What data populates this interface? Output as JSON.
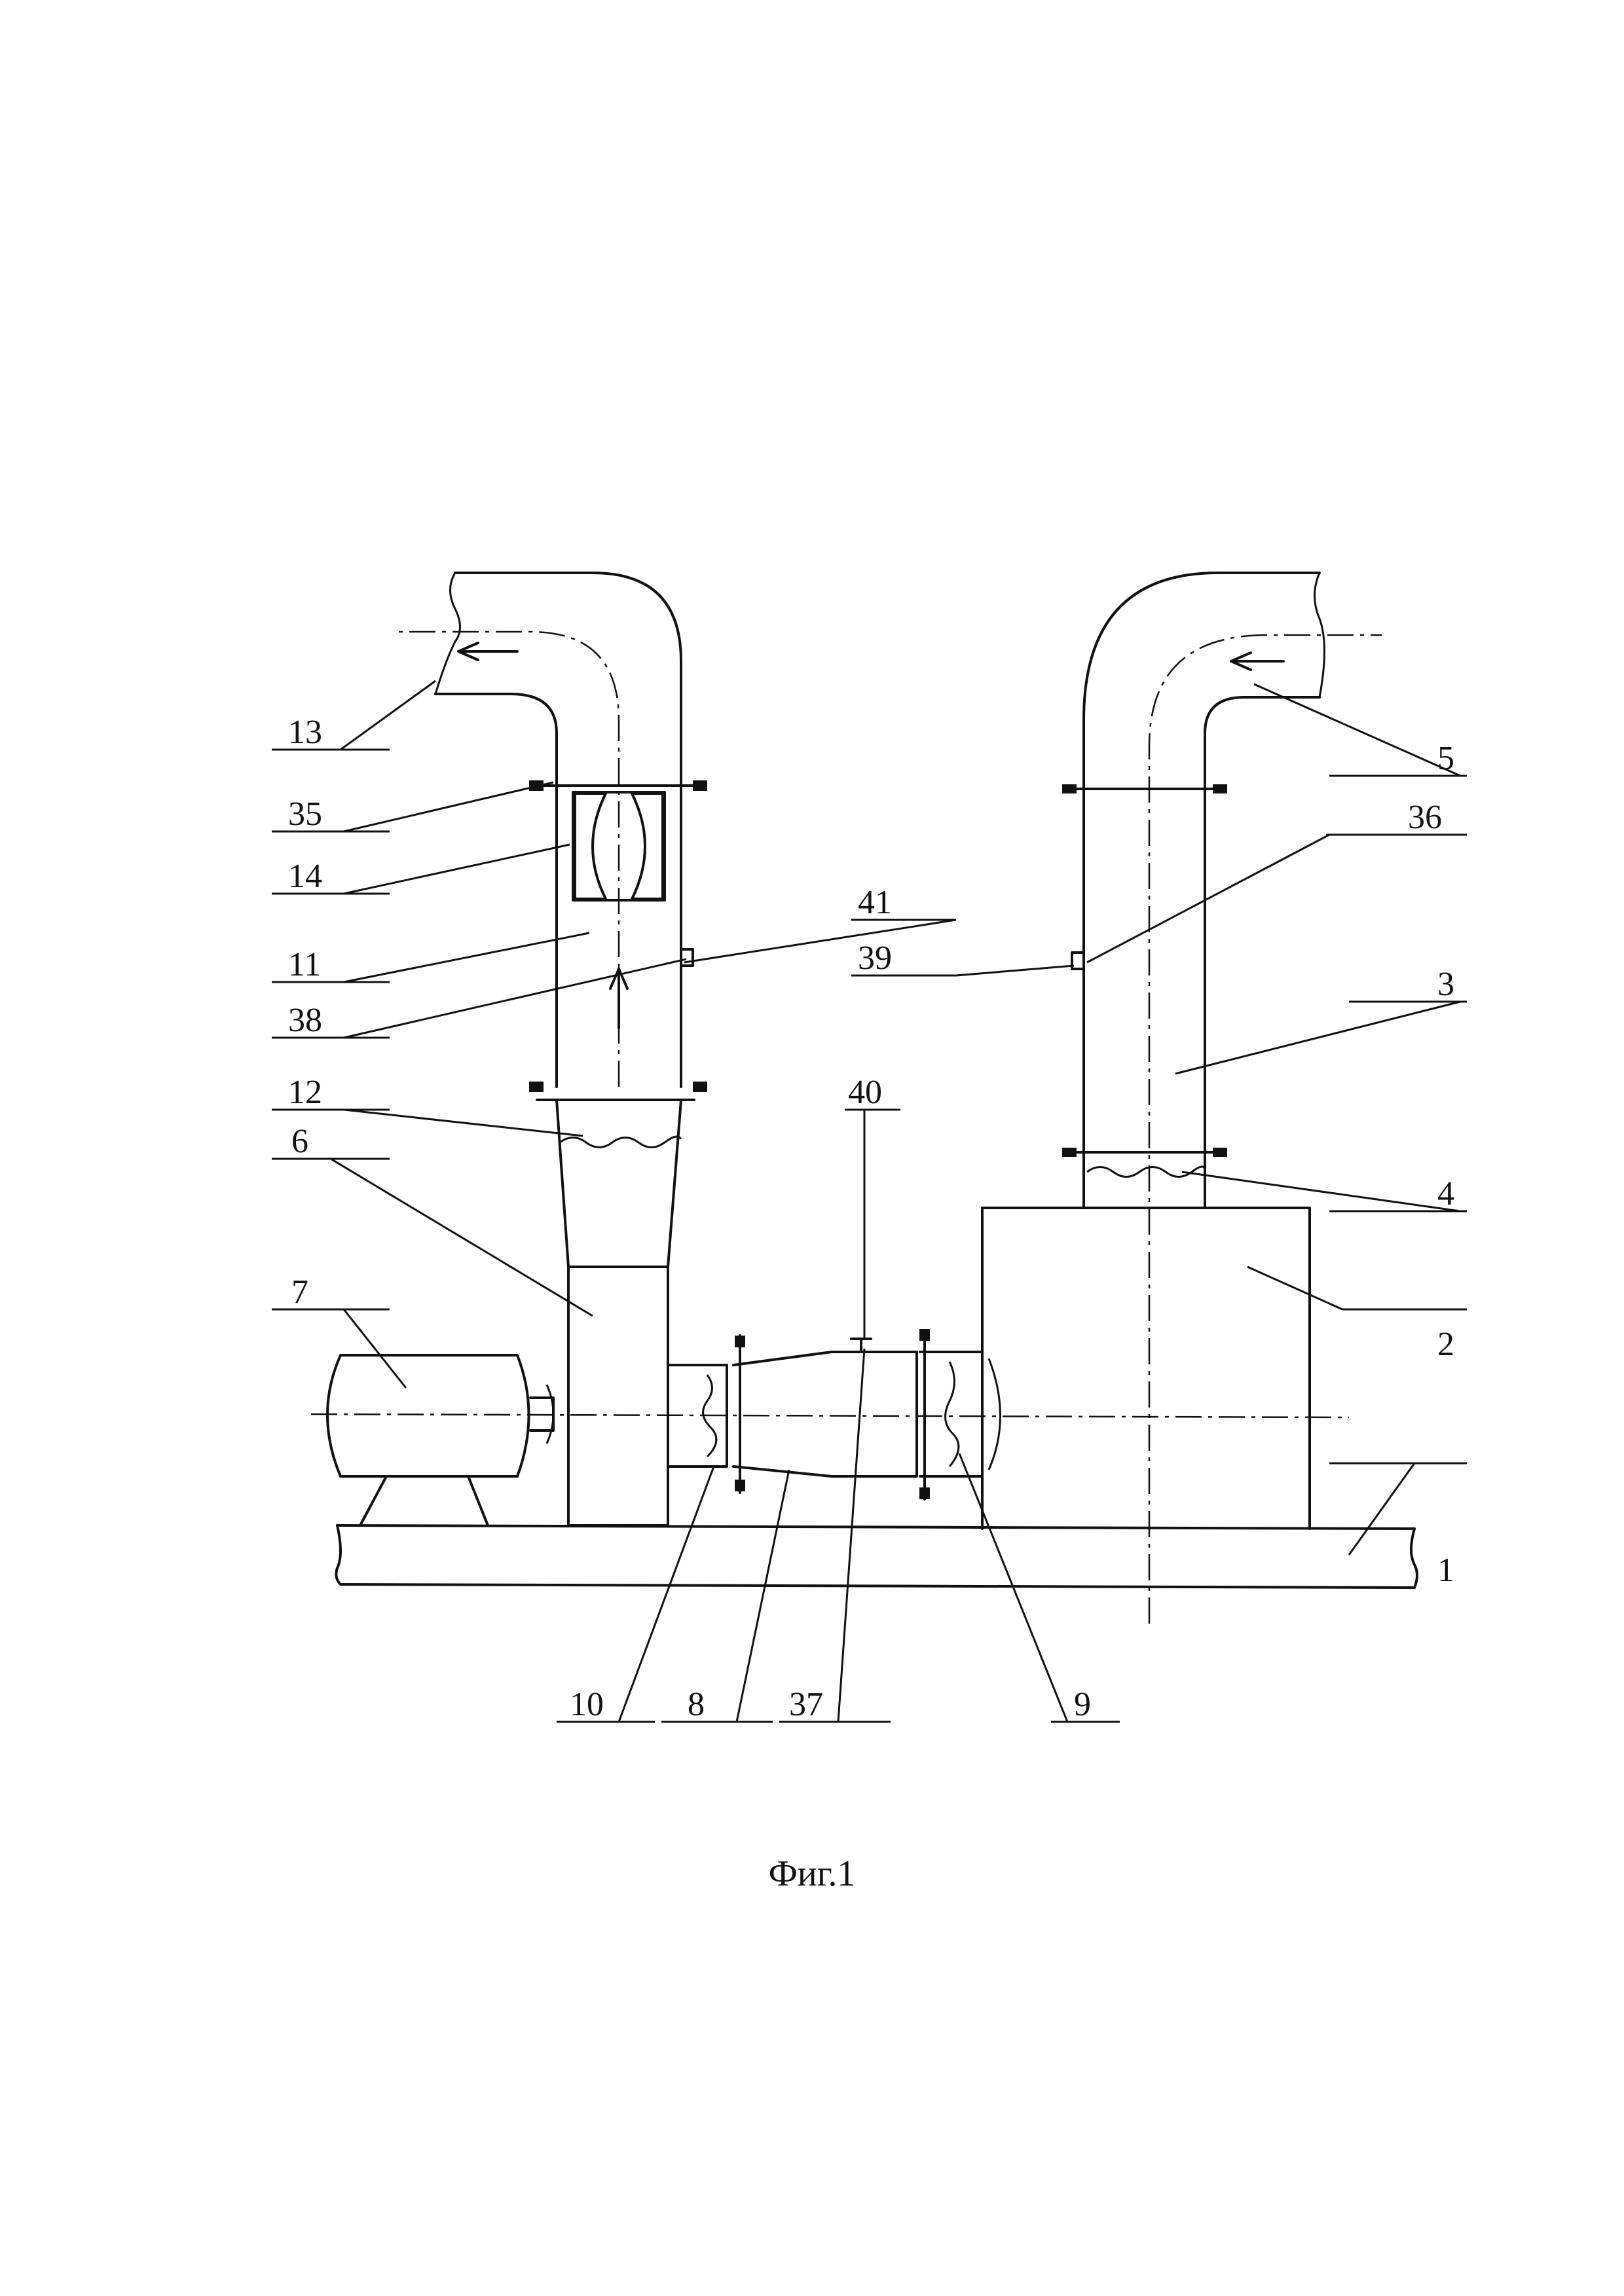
{
  "figure": {
    "caption": "Фиг.1"
  },
  "labels": [
    {
      "id": "1",
      "text": "1"
    },
    {
      "id": "2",
      "text": "2"
    },
    {
      "id": "3",
      "text": "3"
    },
    {
      "id": "4",
      "text": "4"
    },
    {
      "id": "5",
      "text": "5"
    },
    {
      "id": "6",
      "text": "6"
    },
    {
      "id": "7",
      "text": "7"
    },
    {
      "id": "8",
      "text": "8"
    },
    {
      "id": "9",
      "text": "9"
    },
    {
      "id": "10",
      "text": "10"
    },
    {
      "id": "11",
      "text": "11"
    },
    {
      "id": "12",
      "text": "12"
    },
    {
      "id": "13",
      "text": "13"
    },
    {
      "id": "14",
      "text": "14"
    },
    {
      "id": "35",
      "text": "35"
    },
    {
      "id": "36",
      "text": "36"
    },
    {
      "id": "37",
      "text": "37"
    },
    {
      "id": "38",
      "text": "38"
    },
    {
      "id": "39",
      "text": "39"
    },
    {
      "id": "40",
      "text": "40"
    },
    {
      "id": "41",
      "text": "41"
    }
  ]
}
